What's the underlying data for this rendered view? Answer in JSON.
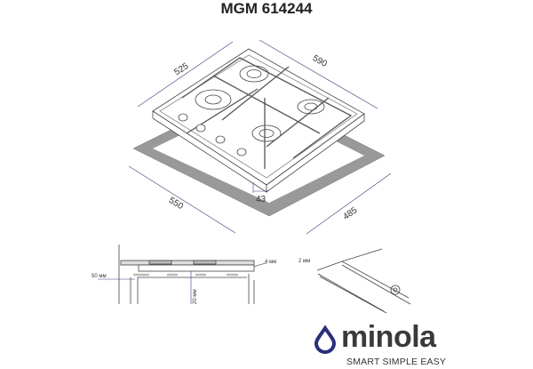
{
  "title": "MGM 614244",
  "dimensions": {
    "top_left": "525",
    "top_right": "590",
    "bottom_left": "550",
    "bottom_right": "485",
    "height": "43"
  },
  "section": {
    "side_gap": "50 мм",
    "vertical_gap": "20 мм",
    "rear_gap": "4 мм",
    "seal": "2 мм"
  },
  "brand": {
    "name": "minola",
    "tagline": "SMART SIMPLE EASY",
    "accent": "#2a2f7a"
  }
}
